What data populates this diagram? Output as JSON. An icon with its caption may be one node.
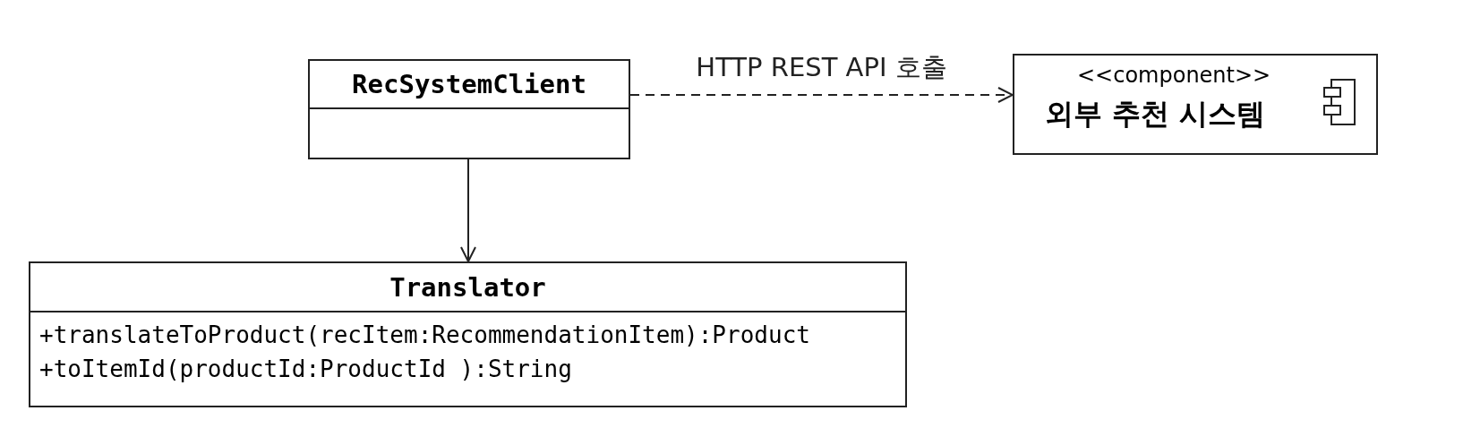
{
  "diagram": {
    "nodes": [
      {
        "text": [
          "RecSystemClient"
        ]
      },
      {
        "text": [
          "<<component>>",
          "외부 추천 시스템"
        ]
      },
      {
        "text": [
          "Translator",
          "+translateToProduct(recItem:RecommendationItem):Product",
          "+toItemId(productId:ProductId ):String"
        ]
      }
    ],
    "edges": [
      {
        "from": 0,
        "to": 1,
        "arrow": "to",
        "label": "HTTP REST API 호출",
        "style": "dashed"
      },
      {
        "from": 0,
        "to": 2,
        "arrow": "to"
      }
    ]
  }
}
